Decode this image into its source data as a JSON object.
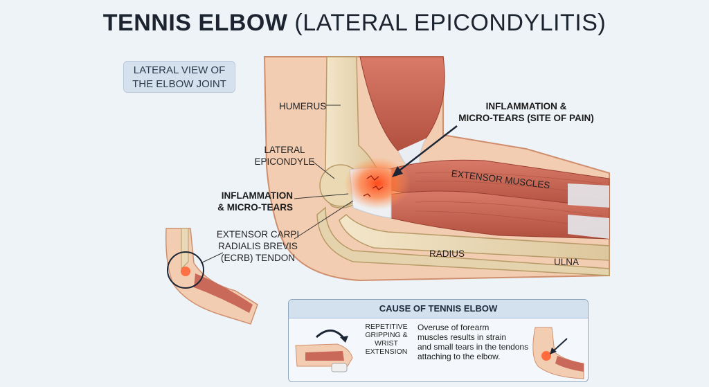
{
  "title": {
    "bold": "TENNIS ELBOW",
    "rest": " (LATERAL EPICONDYLITIS)"
  },
  "view_label": [
    "LATERAL VIEW OF",
    "THE ELBOW JOINT"
  ],
  "labels": {
    "humerus": "HUMERUS",
    "lateral_epicondyle": [
      "LATERAL",
      "EPICONDYLE"
    ],
    "inflammation_left": [
      "INFLAMMATION",
      "& MICRO-TEARS"
    ],
    "ecrb": [
      "EXTENSOR CARPI",
      "RADIALIS BREVIS",
      "(ECRB) TENDON"
    ],
    "inflammation_top": [
      "INFLAMMATION &",
      "MICRO-TEARS (SITE OF PAIN)"
    ],
    "extensor_muscles": "EXTENSOR MUSCLES",
    "radius": "RADIUS",
    "ulna": "ULNA"
  },
  "cause": {
    "heading": "CAUSE OF TENNIS ELBOW",
    "left": [
      "REPETITIVE",
      "GRIPPING &",
      "WRIST EXTENSION"
    ],
    "text": [
      "Overuse of forearm",
      "muscles results in strain",
      "and small tears in the tendons",
      "attaching to the elbow."
    ]
  },
  "colors": {
    "skin": "#f1c9ac",
    "bone": "#e9d9b8",
    "muscle": "#c9695a",
    "tendon": "#eef0f2",
    "inflammation": "#ff5a2a",
    "panel": "#d3e0ed"
  }
}
